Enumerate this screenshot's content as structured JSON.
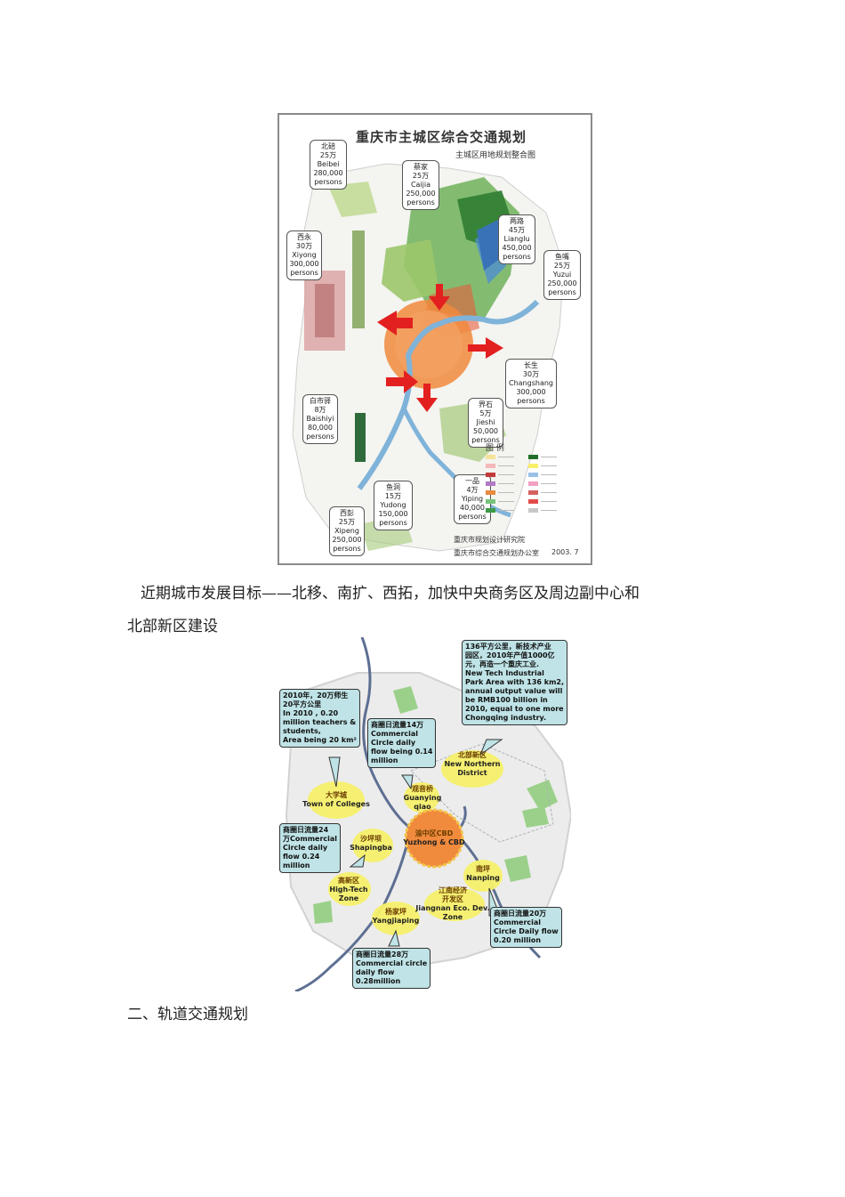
{
  "figure1": {
    "title": "重庆市主城区综合交通规划",
    "subtitle": "主城区用地规划整合图",
    "callouts": {
      "beibei": [
        "北碚",
        "25万",
        "Beibei",
        "280,000",
        "persons"
      ],
      "caijia": [
        "蔡家",
        "25万",
        "Caijia",
        "250,000",
        "persons"
      ],
      "lianglu": [
        "两路",
        "45万",
        "Lianglu",
        "450,000",
        "persons"
      ],
      "xiyong": [
        "西永",
        "30万",
        "Xiyong",
        "300,000",
        "persons"
      ],
      "yuzui": [
        "鱼嘴",
        "25万",
        "Yuzui",
        "250,000",
        "persons"
      ],
      "changshang": [
        "长生",
        "30万",
        "Changshang",
        "300,000",
        "persons"
      ],
      "baishiyi": [
        "白市驿",
        "8万",
        "Baishiyi",
        "80,000",
        "persons"
      ],
      "jieshi": [
        "界石",
        "5万",
        "Jieshi",
        "50,000",
        "persons"
      ],
      "yudong": [
        "鱼洞",
        "15万",
        "Yudong",
        "150,000",
        "persons"
      ],
      "yiping": [
        "一品",
        "4万",
        "Yiping",
        "40,000",
        "persons"
      ],
      "xipeng": [
        "西彭",
        "25万",
        "Xipeng",
        "250,000",
        "persons"
      ]
    },
    "legend_title": "图  例",
    "legend_colors": [
      "#f6e39a",
      "#f6b7b7",
      "#c33a3a",
      "#b17ac7",
      "#e98a3c",
      "#77c27a",
      "#3c9a48",
      "#1f6f2a",
      "#f9f06a",
      "#9ac0e8",
      "#f2a0c2",
      "#d56060",
      "#e44b4b",
      "#c8c8c8"
    ],
    "footer_org1": "重庆市规划设计研究院",
    "footer_org2": "重庆市综合交通规划办公室",
    "footer_date": "2003. 7"
  },
  "paragraph1_line1": "近期城市发展目标——北移、南扩、西拓，加快中央商务区及周边副中心和",
  "paragraph1_line2": "北部新区建设",
  "figure2": {
    "bubbles": {
      "colleges": [
        "2010年，20万师生",
        "20平方公里",
        "In 2010 , 0.20",
        "million teachers &",
        "students,",
        "Area being 20 km²"
      ],
      "guanyinqiao": [
        "商圈日流量14万",
        "Commercial",
        "Circle daily",
        "flow being 0.14",
        "million"
      ],
      "newtech": [
        "136平方公里，新技术产业",
        "园区，2010年产值1000亿",
        "元，再造一个重庆工业.",
        "New Tech Industrial",
        "Park Area with 136 km2,",
        "annual output value will",
        "be RMB100 billion in",
        "2010, equal to one more",
        "Chongqing industry."
      ],
      "shapingba": [
        "商圈日流量24",
        "万Commercial",
        "Circle daily",
        "flow 0.24",
        "million"
      ],
      "nanping": [
        "商圈日流量20万",
        "Commercial",
        "Circle Daily flow",
        "0.20 million"
      ],
      "yangjiaping": [
        "商圈日流量28万",
        "Commercial circle",
        "daily flow",
        "0.28million"
      ]
    },
    "zones": {
      "new_northern": [
        "北部新区",
        "New Northern",
        "District"
      ],
      "colleges": [
        "大学城",
        "Town of Colleges"
      ],
      "guanyinqiao": [
        "观音桥",
        "Guanying",
        "qiao"
      ],
      "cbd": [
        "渝中区CBD",
        "Yuzhong & CBD"
      ],
      "shapingba": [
        "沙坪坝",
        "Shapingba"
      ],
      "hightech": [
        "高新区",
        "High-Tech",
        "Zone"
      ],
      "jiangnan": [
        "江南经济",
        "开发区",
        "Jiangnan Eco. Dev.",
        "Zone"
      ],
      "nanping": [
        "南坪",
        "Nanping"
      ],
      "yangjiaping": [
        "杨家坪",
        "Yangjiaping"
      ]
    }
  },
  "section_heading": "二、轨道交通规划"
}
